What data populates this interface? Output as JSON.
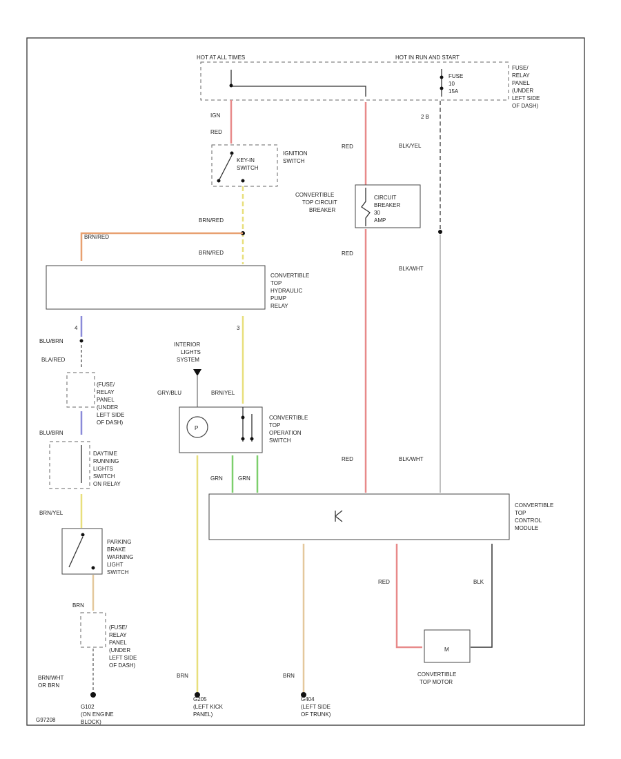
{
  "colors": {
    "red": "#e88a8a",
    "orange": "#e8a070",
    "yellow": "#e8df7c",
    "blue": "#8a8ad8",
    "green": "#7ccf6c",
    "tan": "#e4c89c",
    "grey": "#c0c0c0",
    "black": "#333333"
  },
  "labels": {
    "hot_all_times": "HOT AT ALL TIMES",
    "hot_run_start": "HOT IN RUN AND START",
    "fuse_top": [
      "FUSE",
      "10",
      "15A"
    ],
    "fuse_relay_panel_top": [
      "FUSE/",
      "RELAY",
      "PANEL",
      "(UNDER",
      "LEFT SIDE",
      "OF DASH)"
    ],
    "pin_ign": "IGN",
    "pin_2b": "2 B",
    "wire_red_1": "RED",
    "wire_red_2": "RED",
    "wire_red_3": "RED",
    "wire_red_4": "RED",
    "wire_red_5": "RED",
    "wire_blkyel": "BLK/YEL",
    "wire_blkwht_1": "BLK/WHT",
    "wire_blkwht_2": "BLK/WHT",
    "ignition_switch": [
      "IGNITION",
      "SWITCH"
    ],
    "key_in_switch": [
      "KEY-IN",
      "SWITCH"
    ],
    "circuit_breaker_label": [
      "CONVERTIBLE",
      "TOP CIRCUIT",
      "BREAKER"
    ],
    "circuit_breaker_inner": [
      "CIRCUIT",
      "BREAKER",
      "30",
      "AMP"
    ],
    "wire_brnred_1": "BRN/RED",
    "wire_brnred_2": "BRN/RED",
    "wire_brnred_3": "BRN/RED",
    "pump_relay": [
      "CONVERTIBLE",
      "TOP",
      "HYDRAULIC",
      "PUMP",
      "RELAY"
    ],
    "pin_4": "4",
    "pin_3": "3",
    "wire_blubrn_1": "BLU/BRN",
    "wire_blared": "BLA/RED",
    "wire_blubrn_2": "BLU/BRN",
    "fuse_relay_panel_left": [
      "(FUSE/",
      "RELAY",
      "PANEL",
      "(UNDER",
      "LEFT SIDE",
      "OF DASH)"
    ],
    "daytime_relay": [
      "DAYTIME",
      "RUNNING",
      "LIGHTS",
      "SWITCH",
      "ON RELAY"
    ],
    "wire_brnyel_1": "BRN/YEL",
    "parking_brake": [
      "PARKING",
      "BRAKE",
      "WARNING",
      "LIGHT",
      "SWITCH"
    ],
    "wire_brn_1": "BRN",
    "fuse_relay_panel_bottom": [
      "(FUSE/",
      "RELAY",
      "PANEL",
      "(UNDER",
      "LEFT SIDE",
      "OF DASH)"
    ],
    "wire_brnwht": [
      "BRN/WHT",
      "OR BRN"
    ],
    "ground_g102": [
      "G102",
      "(ON ENGINE",
      "BLOCK)"
    ],
    "interior_lights": [
      "INTERIOR",
      "LIGHTS",
      "SYSTEM"
    ],
    "wire_grybl": "GRY/BLU",
    "wire_brnyel_2": "BRN/YEL",
    "operation_switch": [
      "CONVERTIBLE",
      "TOP",
      "OPERATION",
      "SWITCH"
    ],
    "wire_grn_1": "GRN",
    "wire_grn_2": "GRN",
    "wire_brn_2": "BRN",
    "ground_g205": [
      "G205",
      "(LEFT KICK",
      "PANEL)"
    ],
    "control_module": [
      "CONVERTIBLE",
      "TOP",
      "CONTROL",
      "MODULE"
    ],
    "wire_brn_3": "BRN",
    "ground_g404": [
      "G404",
      "(LEFT SIDE",
      "OF TRUNK)"
    ],
    "wire_blk": "BLK",
    "motor_inner": "M",
    "top_motor": [
      "CONVERTIBLE",
      "TOP MOTOR"
    ],
    "figure_id": "G97208"
  }
}
